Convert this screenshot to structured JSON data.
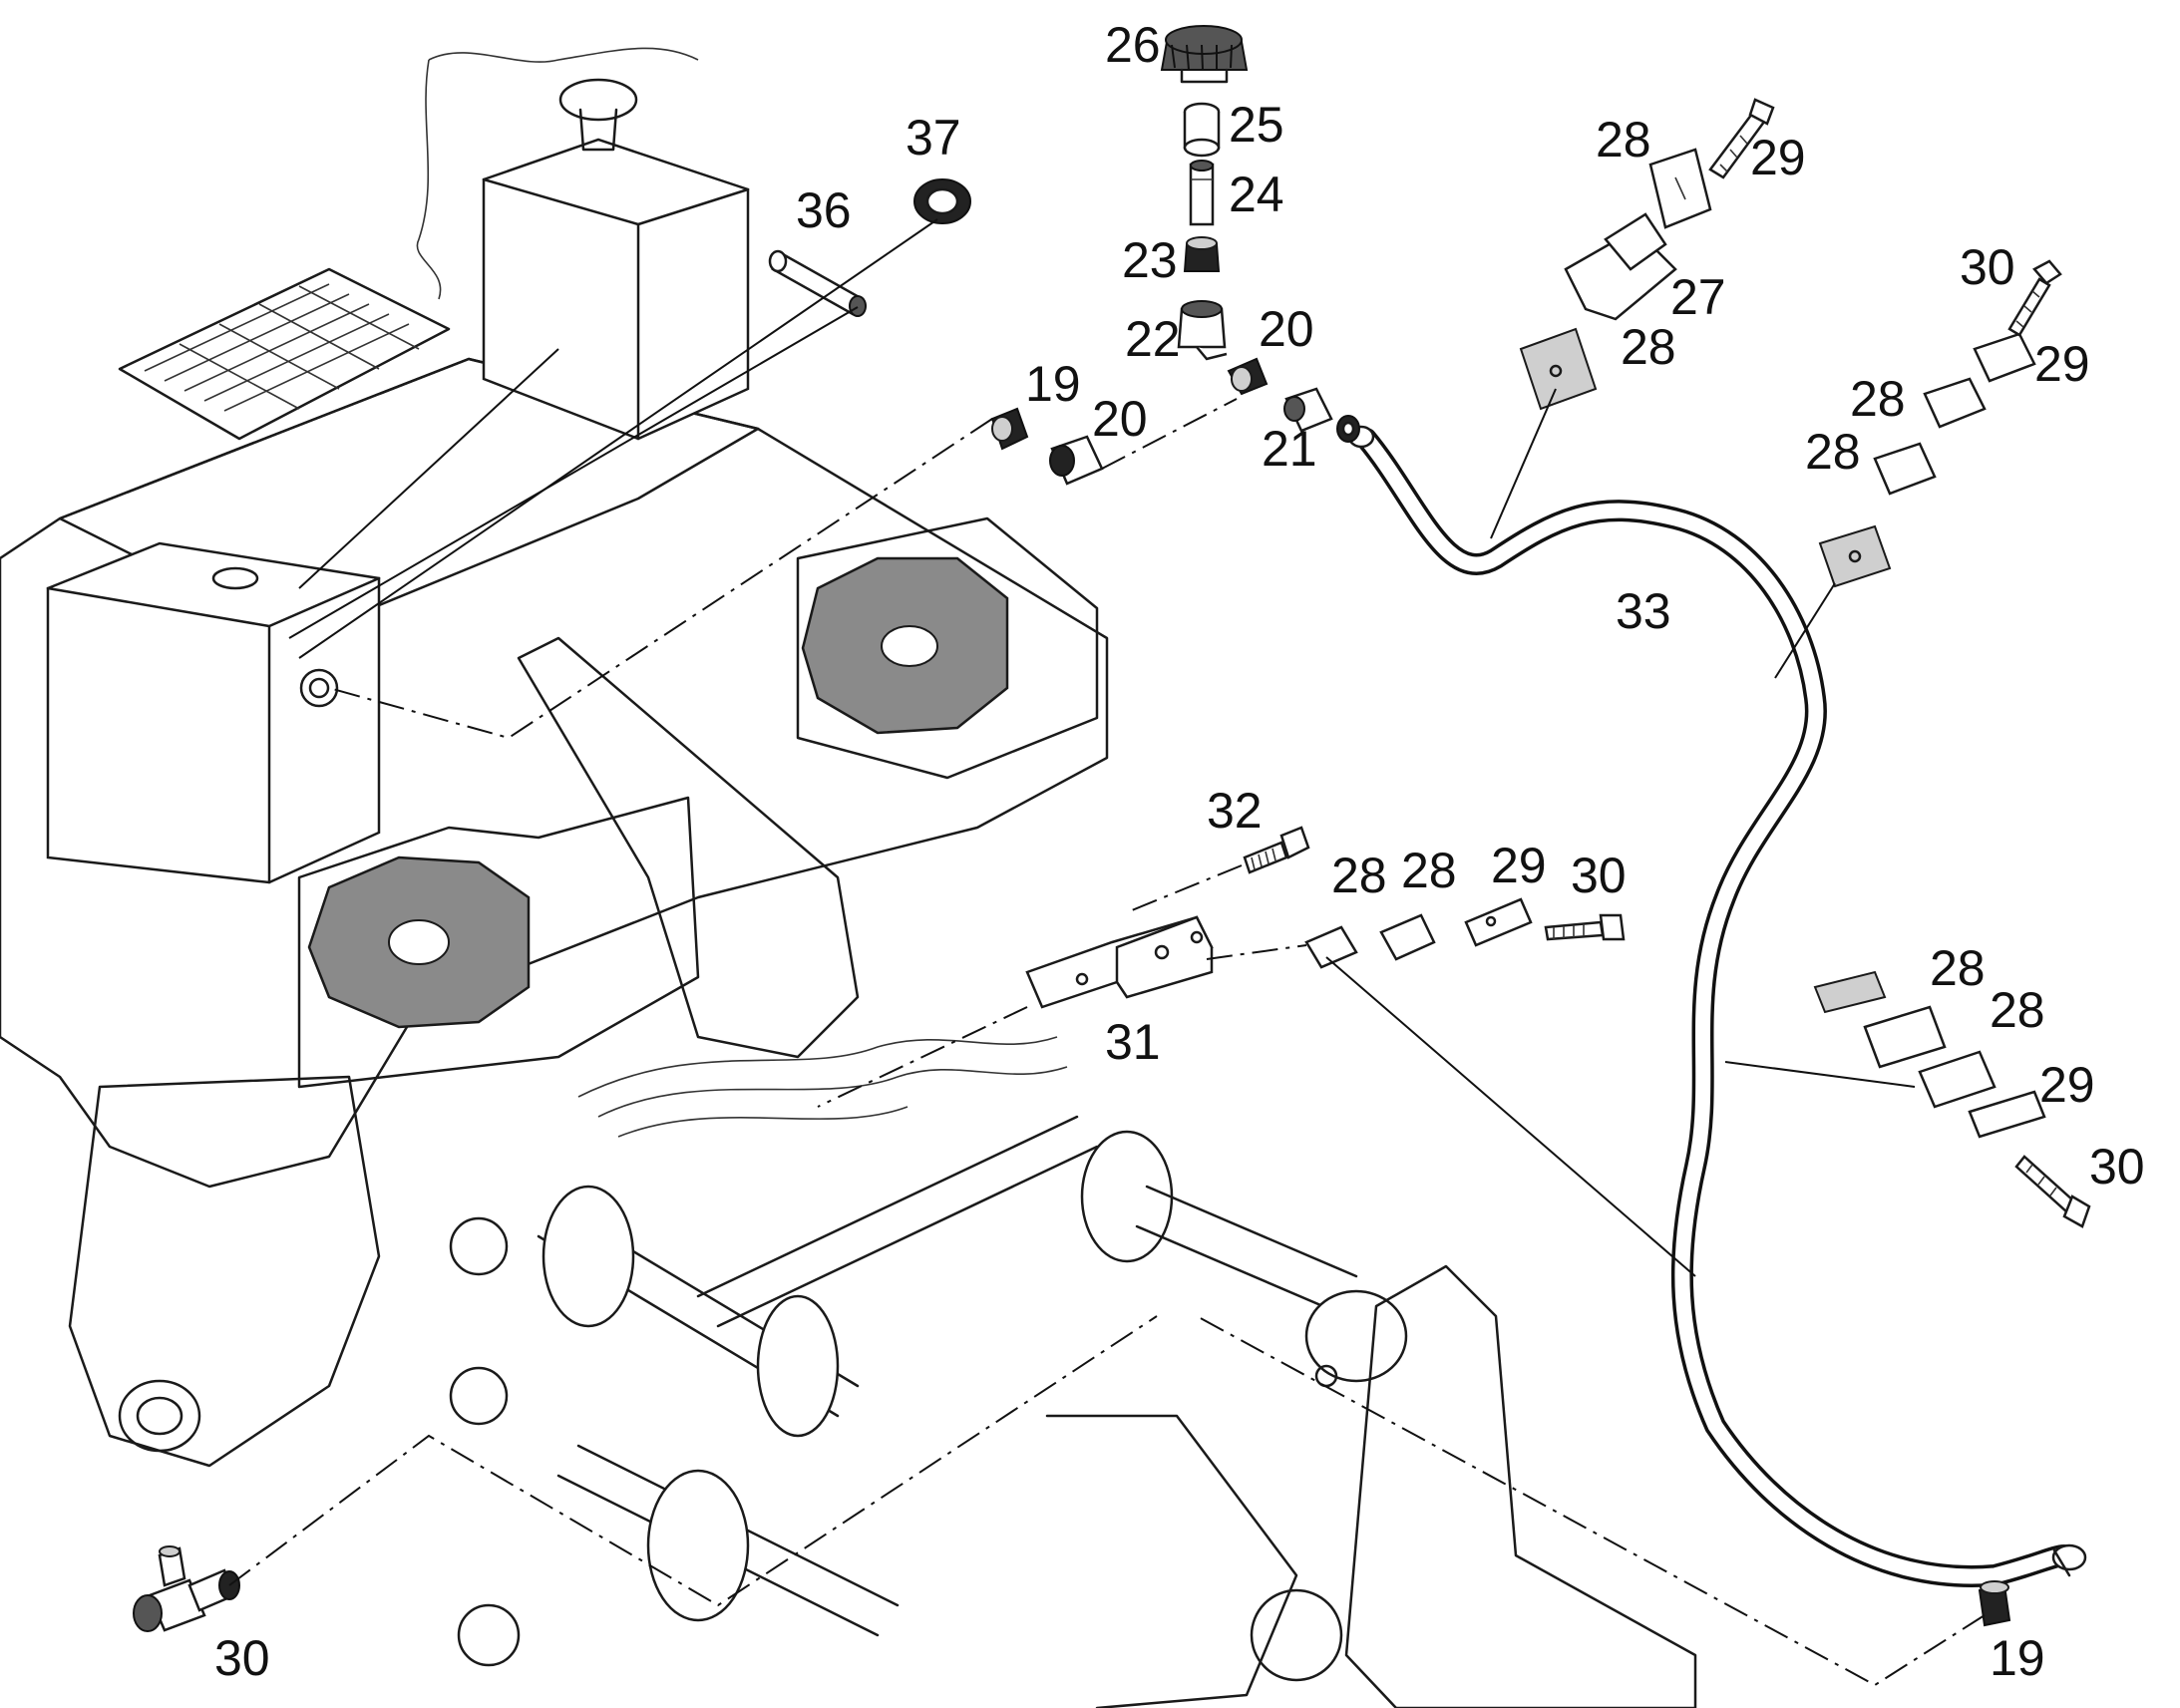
{
  "figure": {
    "callouts": [
      {
        "id": "c19a",
        "label": "19"
      },
      {
        "id": "c19b",
        "label": "19"
      },
      {
        "id": "c20a",
        "label": "20"
      },
      {
        "id": "c20b",
        "label": "20"
      },
      {
        "id": "c21",
        "label": "21"
      },
      {
        "id": "c22",
        "label": "22"
      },
      {
        "id": "c23",
        "label": "23"
      },
      {
        "id": "c24",
        "label": "24"
      },
      {
        "id": "c25",
        "label": "25"
      },
      {
        "id": "c26",
        "label": "26"
      },
      {
        "id": "c27",
        "label": "27"
      },
      {
        "id": "c28a",
        "label": "28"
      },
      {
        "id": "c28b",
        "label": "28"
      },
      {
        "id": "c28c",
        "label": "28"
      },
      {
        "id": "c28d",
        "label": "28"
      },
      {
        "id": "c28e",
        "label": "28"
      },
      {
        "id": "c28f",
        "label": "28"
      },
      {
        "id": "c28g",
        "label": "28"
      },
      {
        "id": "c28h",
        "label": "28"
      },
      {
        "id": "c29a",
        "label": "29"
      },
      {
        "id": "c29b",
        "label": "29"
      },
      {
        "id": "c29c",
        "label": "29"
      },
      {
        "id": "c29d",
        "label": "29"
      },
      {
        "id": "c30a",
        "label": "30"
      },
      {
        "id": "c30b",
        "label": "30"
      },
      {
        "id": "c30c",
        "label": "30"
      },
      {
        "id": "c30d",
        "label": "30"
      },
      {
        "id": "c31",
        "label": "31"
      },
      {
        "id": "c32",
        "label": "32"
      },
      {
        "id": "c33",
        "label": "33"
      },
      {
        "id": "c36",
        "label": "36"
      },
      {
        "id": "c37",
        "label": "37"
      }
    ]
  }
}
